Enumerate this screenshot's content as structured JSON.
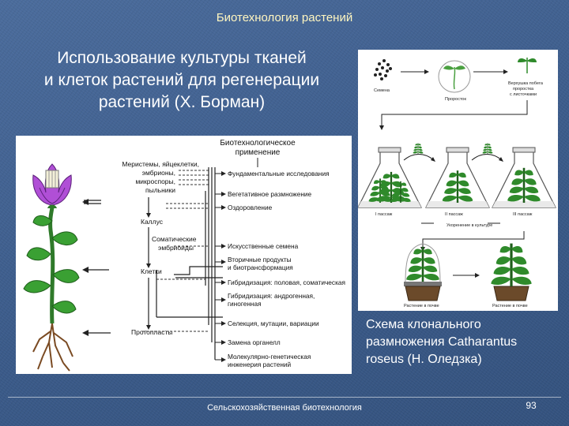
{
  "slide": {
    "title": "Биотехнология растений",
    "heading_lines": [
      "Использование культуры тканей",
      "и клеток растений для регенерации",
      "растений (Х. Борман)"
    ],
    "caption_lines": [
      "Схема клонального",
      "размножения  Catharantus",
      "roseus (Н. Оледзка)"
    ],
    "footer": "Сельскохозяйственная биотехнология",
    "page_number": "93"
  },
  "left_diagram": {
    "header": [
      "Биотехнологическое",
      "применение"
    ],
    "sources": {
      "meristems": [
        "Меристемы, яйцеклетки,",
        "эмбрионы,",
        "микроспоры,",
        "пыльники"
      ],
      "callus": "Каллус",
      "somatic_embryos": [
        "Соматические",
        "эмбриоиды"
      ],
      "cells": "Клетки",
      "protoplasts": "Протопласты"
    },
    "applications": [
      [
        "Фундаментальные исследования"
      ],
      [
        "Вегетативное размножение"
      ],
      [
        "Оздоровление"
      ],
      [
        "Искусственные семена"
      ],
      [
        "Вторичные продукты",
        "и биотрансформация"
      ],
      [
        "Гибридизация: половая, соматическая"
      ],
      [
        "Гибридизация: андрогенная,",
        "гиногенная"
      ],
      [
        "Селекция, мутации, вариации"
      ],
      [
        "Замена органелл"
      ],
      [
        "Молекулярно-генетическая",
        "инженерия растений"
      ]
    ]
  },
  "right_diagram": {
    "top_labels": {
      "seeds": "Семена",
      "seedling": "Проросток",
      "apex": [
        "Верхушка побега",
        "проростка",
        "с листочками"
      ]
    },
    "passages": [
      "I пассаж",
      "II пассаж",
      "III пассаж"
    ],
    "rooting": "Укоренение в культуре",
    "bottom_labels": [
      "Растение в почве",
      "Растение в почве"
    ]
  },
  "colors": {
    "background": "#3e5f8f",
    "title_text": "#fff6c0",
    "text": "#ffffff",
    "flower": "#b04fd6",
    "plant": "#2f8a2b"
  }
}
